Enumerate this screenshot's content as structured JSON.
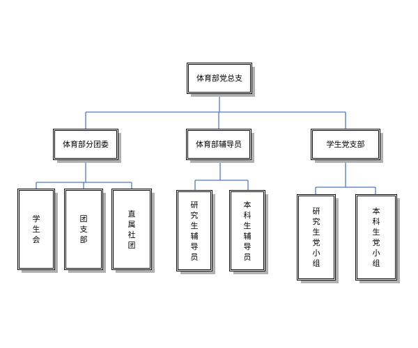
{
  "colors": {
    "connector": "#4a79c4",
    "border": "#000000",
    "shadow": "#b0b0b0",
    "background": "#ffffff"
  },
  "root": {
    "label": "体育部党总支"
  },
  "level2": [
    {
      "label": "体育部分团委"
    },
    {
      "label": "体育部辅导员"
    },
    {
      "label": "学生党支部"
    }
  ],
  "level3": [
    {
      "label": "学生会"
    },
    {
      "label": "团支部"
    },
    {
      "label": "直属社团"
    },
    {
      "label": "研究生辅导员"
    },
    {
      "label": "本科生辅导员"
    },
    {
      "label": "研究生党小组"
    },
    {
      "label": "本科生党小组"
    }
  ]
}
